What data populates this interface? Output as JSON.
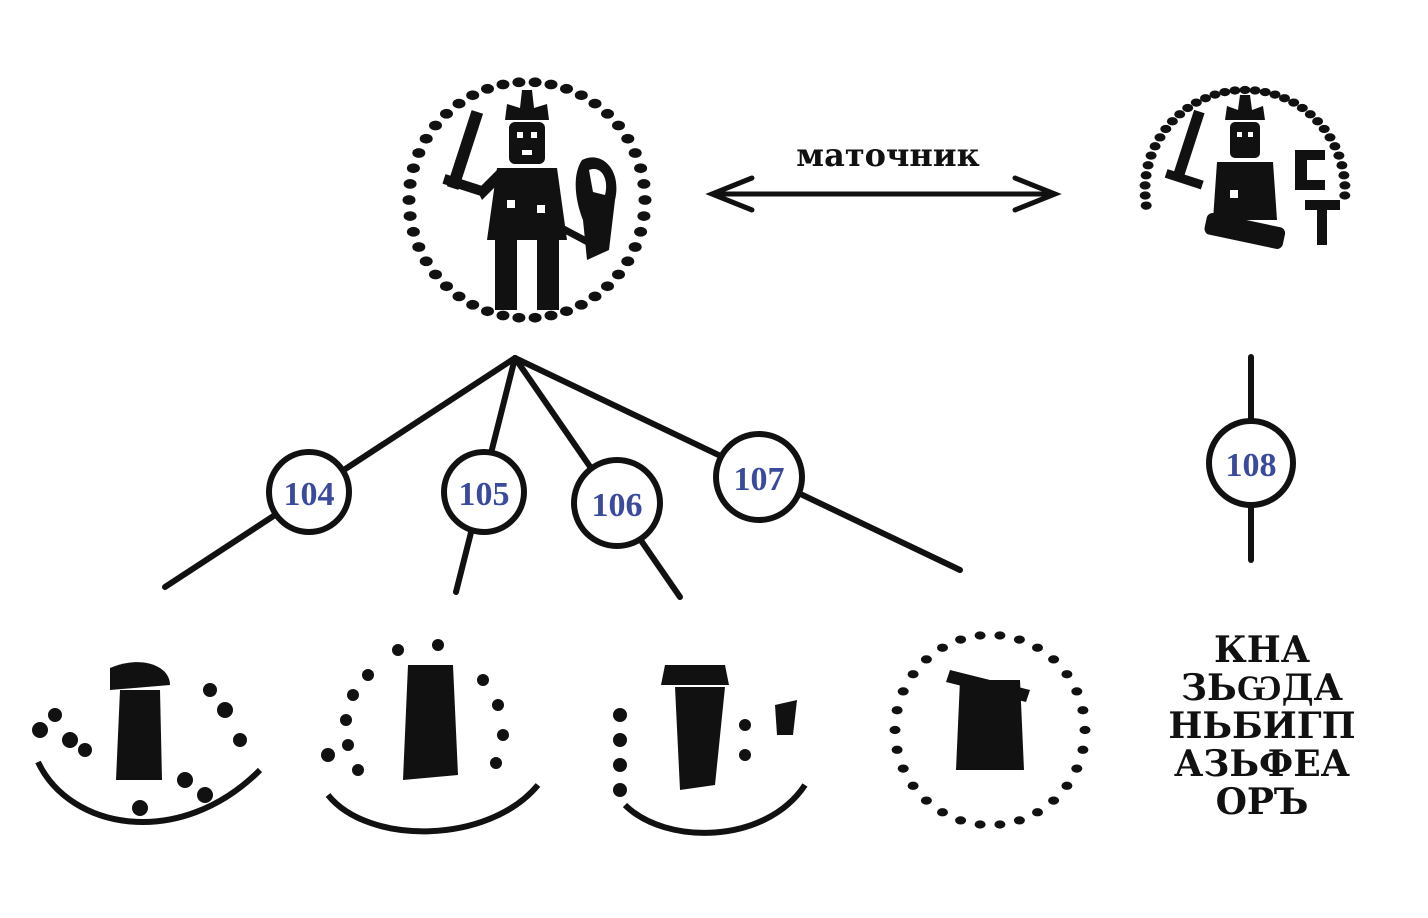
{
  "arrow_label": "маточник",
  "nodes": [
    {
      "id": "104",
      "label": "104"
    },
    {
      "id": "105",
      "label": "105"
    },
    {
      "id": "106",
      "label": "106"
    },
    {
      "id": "107",
      "label": "107"
    },
    {
      "id": "108",
      "label": "108"
    }
  ],
  "legend_block": {
    "lines": [
      "КНА",
      "ЗЬѠДА",
      "НЬБИГП",
      "АЗЬФЕА",
      "ОРЪ"
    ]
  },
  "colors": {
    "ink": "#111111",
    "node_label": "#3a4a9c",
    "background": "#ffffff"
  },
  "icons": [
    "seal-prince-sword-icon",
    "seal-prince-small-icon",
    "seal-fragment-icon"
  ]
}
